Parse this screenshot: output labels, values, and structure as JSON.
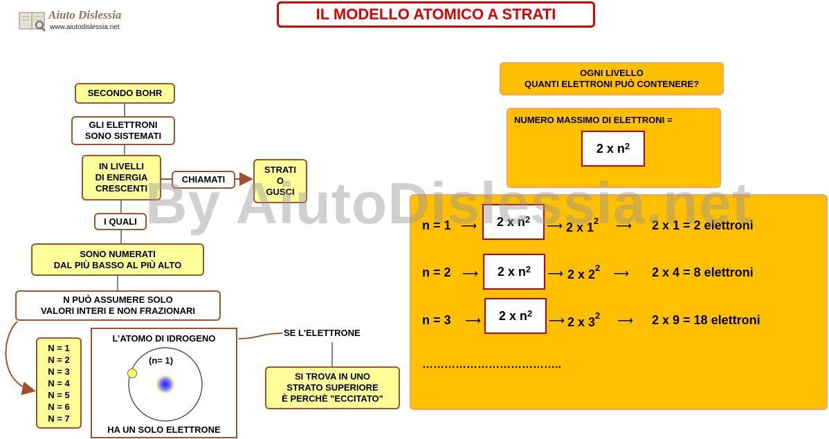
{
  "logo": {
    "name": "Aiuto Dislessia",
    "url": "www.aiutodislessia.net"
  },
  "title": "IL MODELLO ATOMICO A STRATI",
  "watermark": "By AiutoDislessia.net",
  "left": {
    "secondo_bohr": "SECONDO BOHR",
    "gli_elettroni": "GLI ELETTRONI\nSONO SISTEMATI",
    "in_livelli": "IN LIVELLI\nDI ENERGIA\nCRESCENTI",
    "chiamati": "CHIAMATI",
    "strati": "STRATI\nO\nGUSCI",
    "i_quali": "I QUALI",
    "numerati": "SONO NUMERATI\nDAL PIÙ BASSO AL PIÙ ALTO",
    "n_assumere": "N PUÒ ASSUMERE SOLO\nVALORI INTERI E NON FRAZIONARI",
    "n_list": [
      "N = 1",
      "N = 2",
      "N = 3",
      "N = 4",
      "N = 5",
      "N = 6",
      "N = 7"
    ],
    "atomo_title": "L’ATOMO DI IDROGENO",
    "atomo_n": "(n= 1)",
    "atomo_caption": "HA UN SOLO ELETTRONE",
    "se_elettrone": "SE L'ELETTRONE",
    "si_trova": "SI TROVA IN UNO\nSTRATO SUPERIORE\nÈ PERCHÈ \"ECCITATO\""
  },
  "right": {
    "ogni_livello": "OGNI LIVELLO\nQUANTI ELETTRONI PUÒ CONTENERE?",
    "numero_massimo": "NUMERO MASSIMO DI ELETTRONI =",
    "formula_base": "2 x n",
    "exponent": "2",
    "rows": [
      {
        "n": "n = 1",
        "formula": "2 x n",
        "sub": "2 x 1",
        "result": "2 x 1 = 2 elettroni"
      },
      {
        "n": "n = 2",
        "formula": "2 x n",
        "sub": "2 x 2",
        "result": "2 x 4 = 8 elettroni"
      },
      {
        "n": "n = 3",
        "formula": "2 x n",
        "sub": "2 x 3",
        "result": "2 x 9 = 18 elettroni"
      }
    ],
    "dots": "……………………………….."
  },
  "colors": {
    "title_red": "#e00000",
    "box_border": "#a0522d",
    "light_yellow": "#ffff99",
    "orange": "#ffc000"
  }
}
